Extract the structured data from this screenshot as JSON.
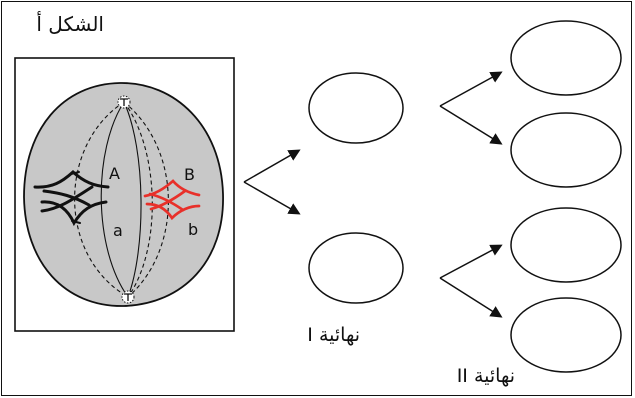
{
  "figure": {
    "title": "الشكل أ"
  },
  "cell": {
    "alleles": {
      "upper_left": "A",
      "lower_left": "a",
      "upper_right": "B",
      "lower_right": "b"
    },
    "colors": {
      "cytoplasm": "#c8c8c8",
      "outline": "#111111",
      "chromosome_pair_1": "#111111",
      "chromosome_pair_2": "#e8302a"
    }
  },
  "stages": {
    "meiosis_1_end": "نهائية I",
    "meiosis_2_end": "نهائية II"
  }
}
